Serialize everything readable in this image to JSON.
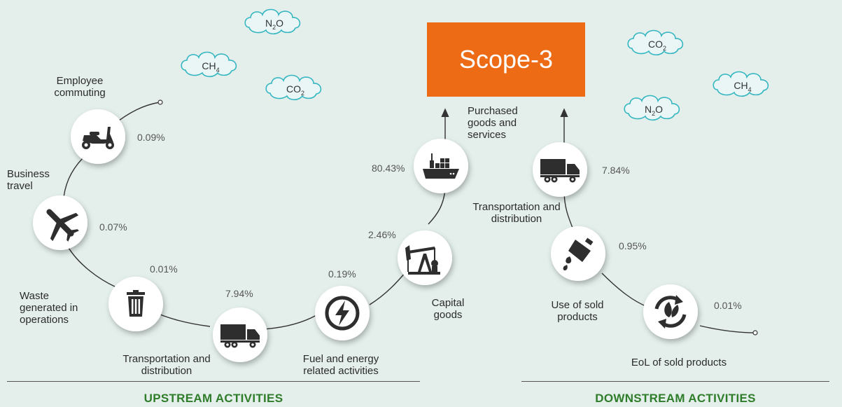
{
  "scope": {
    "title": "Scope-3"
  },
  "sections": {
    "upstream": "UPSTREAM ACTIVITIES",
    "downstream": "DOWNSTREAM ACTIVITIES"
  },
  "gases": [
    {
      "name": "N2O",
      "base": "N",
      "sub": "2",
      "tail": "O"
    },
    {
      "name": "CH4",
      "base": "CH",
      "sub": "4",
      "tail": ""
    },
    {
      "name": "CO2",
      "base": "CO",
      "sub": "2",
      "tail": ""
    },
    {
      "name": "CO2",
      "base": "CO",
      "sub": "2",
      "tail": ""
    },
    {
      "name": "CH4",
      "base": "CH",
      "sub": "4",
      "tail": ""
    },
    {
      "name": "N2O",
      "base": "N",
      "sub": "2",
      "tail": "O"
    }
  ],
  "upstream": [
    {
      "label": "Employee commuting",
      "percent": "0.09%",
      "icon": "scooter-icon"
    },
    {
      "label": "Business travel",
      "percent": "0.07%",
      "icon": "airplane-icon"
    },
    {
      "label": "Waste generated in operations",
      "percent": "0.01%",
      "icon": "trash-icon"
    },
    {
      "label": "Transportation and distribution",
      "percent": "7.94%",
      "icon": "truck-icon"
    },
    {
      "label": "Fuel and energy related activities",
      "percent": "0.19%",
      "icon": "lightning-icon"
    },
    {
      "label": "Capital goods",
      "percent": "2.46%",
      "icon": "oil-pump-icon"
    },
    {
      "label": "Purchased goods and services",
      "percent": "80.43%",
      "icon": "cargo-ship-icon"
    }
  ],
  "downstream": [
    {
      "label": "Transportation and distribution",
      "percent": "7.84%",
      "icon": "truck-icon"
    },
    {
      "label": "Use of sold products",
      "percent": "0.95%",
      "icon": "oil-drop-icon"
    },
    {
      "label": "EoL of sold products",
      "percent": "0.01%",
      "icon": "recycle-leaf-icon"
    }
  ],
  "colors": {
    "background": "#e4efec",
    "scope_box": "#ec6b14",
    "section_title": "#2f7d2a",
    "icon": "#2e2e2e",
    "cloud_stroke": "#35b6c0"
  }
}
